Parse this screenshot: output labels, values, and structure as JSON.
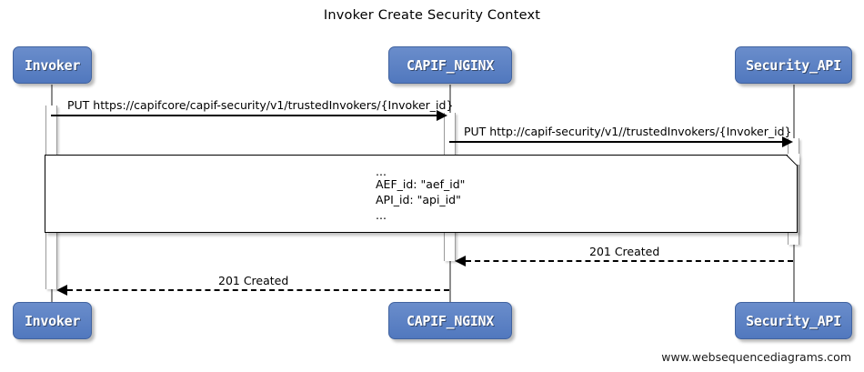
{
  "diagram": {
    "title": "Invoker Create Security Context",
    "footer": "www.websequencediagrams.com",
    "accent_color": "#5B82C4",
    "line_color": "#000000",
    "lifeline_color": "#8d8d8d"
  },
  "participants": [
    {
      "id": "invoker",
      "label": "Invoker"
    },
    {
      "id": "capif_nginx",
      "label": "CAPIF_NGINX"
    },
    {
      "id": "security_api",
      "label": "Security_API"
    }
  ],
  "messages": [
    {
      "id": "msg-1",
      "label": "PUT https://capifcore/capif-security/v1/trustedInvokers/{Invoker_id}",
      "from": "invoker",
      "to": "capif_nginx",
      "style": "solid",
      "direction": "right"
    },
    {
      "id": "msg-2",
      "label": "PUT http://capif-security/v1//trustedInvokers/{Invoker_id}",
      "from": "capif_nginx",
      "to": "security_api",
      "style": "solid",
      "direction": "right"
    },
    {
      "id": "msg-3",
      "label": "201 Created",
      "from": "security_api",
      "to": "capif_nginx",
      "style": "dashed",
      "direction": "left"
    },
    {
      "id": "msg-4",
      "label": "201 Created",
      "from": "capif_nginx",
      "to": "invoker",
      "style": "dashed",
      "direction": "left"
    }
  ],
  "note": {
    "lines": [
      "...",
      "AEF_id: \"aef_id\"",
      "API_id: \"api_id\"",
      "..."
    ],
    "line1": "...",
    "line2": "AEF_id: \"aef_id\"",
    "line3": "API_id: \"api_id\"",
    "line4": "..."
  }
}
